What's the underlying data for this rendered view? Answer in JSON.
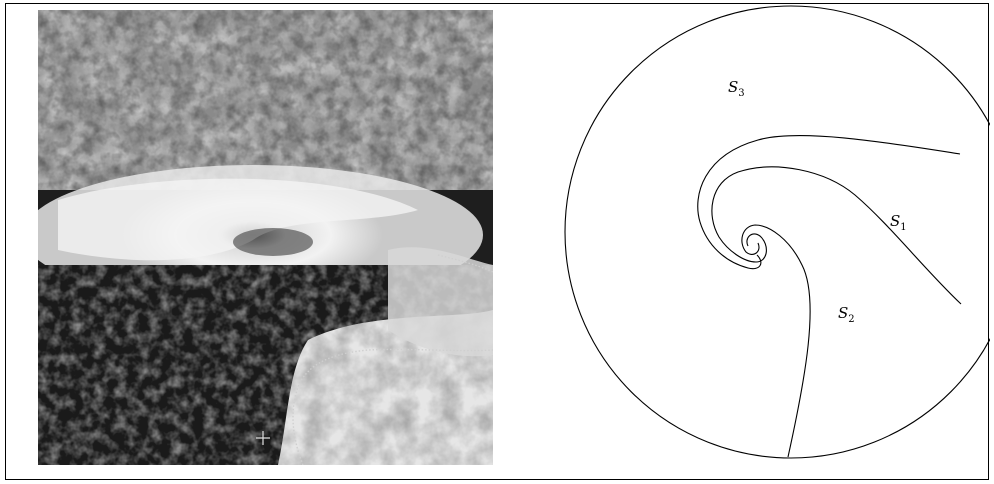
{
  "diagram": {
    "regions": [
      {
        "id": "s3",
        "label": "S",
        "sub": "3"
      },
      {
        "id": "s1",
        "label": "S",
        "sub": "1"
      },
      {
        "id": "s2",
        "label": "S",
        "sub": "2"
      }
    ]
  },
  "photo": {
    "icon": "satellite-cloud-image"
  },
  "colors": {
    "line": "#000000",
    "background": "#ffffff"
  }
}
